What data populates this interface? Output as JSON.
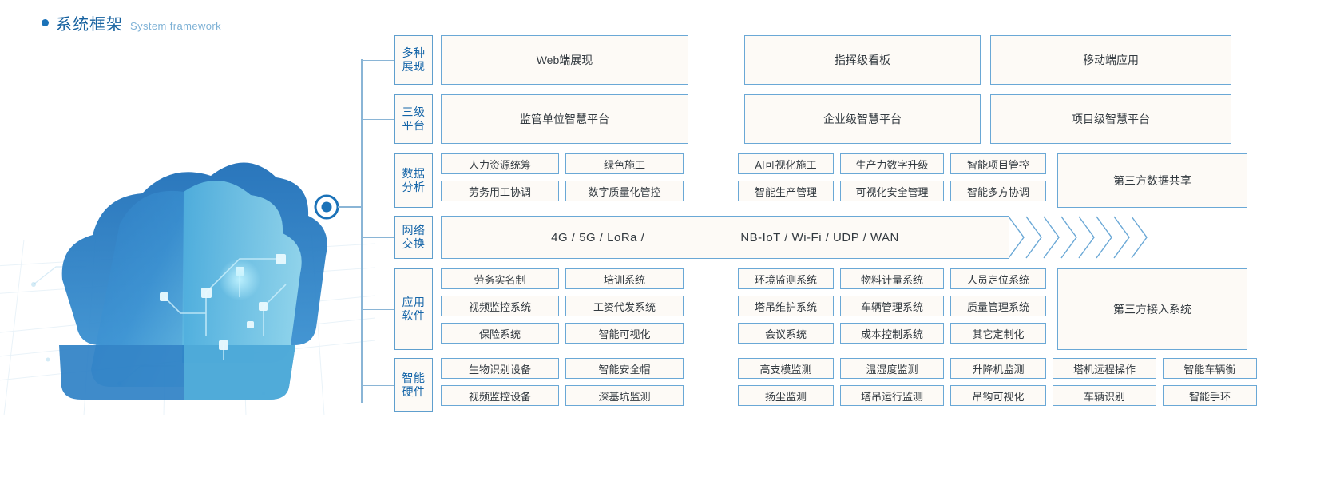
{
  "heading": {
    "cn": "系统框架",
    "en": "System framework"
  },
  "colors": {
    "accent": "#1565a8",
    "border": "#6aa8d6",
    "cat_border": "#5f9fce",
    "box_bg": "#fdfaf6",
    "text": "#333a40"
  },
  "rows": [
    {
      "key": "display",
      "category": [
        "多种",
        "展现"
      ],
      "type": "big3",
      "items": [
        "Web端展现",
        "指挥级看板",
        "移动端应用"
      ]
    },
    {
      "key": "platform",
      "category": [
        "三级",
        "平台"
      ],
      "type": "big3",
      "items": [
        "监管单位智慧平台",
        "企业级智慧平台",
        "项目级智慧平台"
      ]
    },
    {
      "key": "data",
      "category": [
        "数据",
        "分析"
      ],
      "type": "grid",
      "left_grid": [
        [
          "人力资源统筹",
          "绿色施工"
        ],
        [
          "劳务用工协调",
          "数字质量化管控"
        ]
      ],
      "right_grid": [
        [
          "AI可视化施工",
          "生产力数字升级",
          "智能项目管控"
        ],
        [
          "智能生产管理",
          "可视化安全管理",
          "智能多方协调"
        ]
      ],
      "tail_box": "第三方数据共享"
    },
    {
      "key": "network",
      "category": [
        "网络",
        "交换"
      ],
      "type": "band",
      "band_left": "4G / 5G / LoRa /",
      "band_right": "NB-IoT / Wi-Fi / UDP / WAN",
      "chevron_count": 7
    },
    {
      "key": "app",
      "category": [
        "应用",
        "软件"
      ],
      "type": "grid",
      "left_grid": [
        [
          "劳务实名制",
          "培训系统"
        ],
        [
          "视频监控系统",
          "工资代发系统"
        ],
        [
          "保险系统",
          "智能可视化"
        ]
      ],
      "right_grid": [
        [
          "环境监测系统",
          "物料计量系统",
          "人员定位系统"
        ],
        [
          "塔吊维护系统",
          "车辆管理系统",
          "质量管理系统"
        ],
        [
          "会议系统",
          "成本控制系统",
          "其它定制化"
        ]
      ],
      "tail_box": "第三方接入系统"
    },
    {
      "key": "hardware",
      "category": [
        "智能",
        "硬件"
      ],
      "type": "grid-wide",
      "left_grid": [
        [
          "生物识别设备",
          "智能安全帽"
        ],
        [
          "视频监控设备",
          "深基坑监测"
        ]
      ],
      "right_grid": [
        [
          "高支模监测",
          "温湿度监测",
          "升降机监测",
          "塔机远程操作",
          "智能车辆衡"
        ],
        [
          "扬尘监测",
          "塔吊运行监测",
          "吊钩可视化",
          "车辆识别",
          "智能手环"
        ]
      ],
      "tail_box": ""
    }
  ]
}
